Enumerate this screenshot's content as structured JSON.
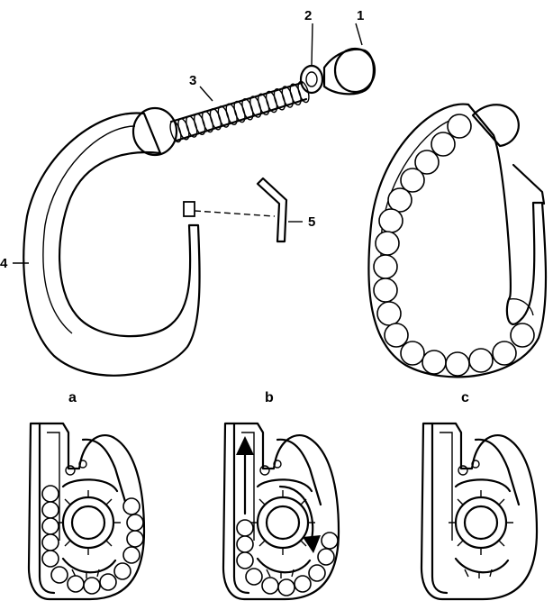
{
  "callouts": {
    "c1": "1",
    "c2": "2",
    "c3": "3",
    "c4": "4",
    "c5": "5"
  },
  "subfigure_labels": {
    "a": "a",
    "b": "b",
    "c": "c"
  }
}
